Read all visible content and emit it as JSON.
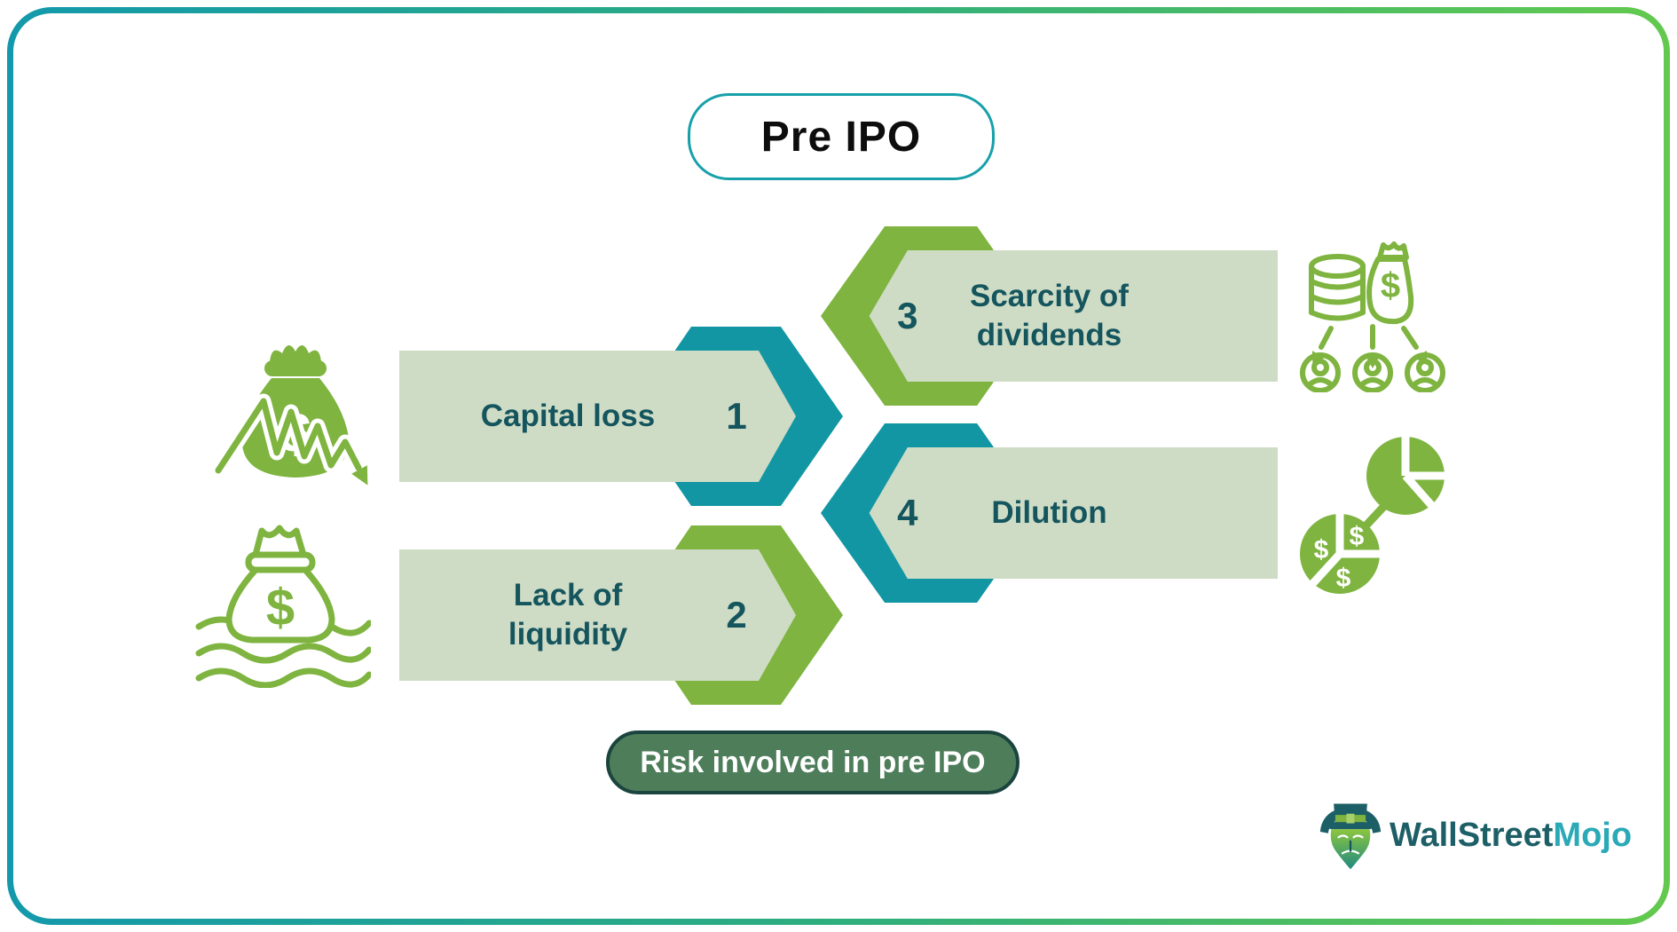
{
  "title": {
    "label": "Pre IPO"
  },
  "banners": [
    {
      "number": "1",
      "label": "Capital loss"
    },
    {
      "number": "2",
      "label": "Lack of liquidity"
    },
    {
      "number": "3",
      "label": "Scarcity of dividends"
    },
    {
      "number": "4",
      "label": "Dilution"
    }
  ],
  "footer": {
    "caption": "Risk involved in pre IPO"
  },
  "brand": {
    "primary": "WallStreet",
    "secondary": "Mojo"
  },
  "glyphs": {
    "dollar": "$"
  },
  "colors": {
    "teal_chevron": "#1396a3",
    "green_chevron": "#7eb43f",
    "sage_fill": "#cfdcc5",
    "text_dark_teal": "#14555e",
    "caption_fill": "#4e7d5a",
    "caption_border": "#1b443e",
    "card_border_start": "#1399ab",
    "card_border_end": "#63c94e",
    "title_border": "#17a0aa",
    "brand_dark": "#1d5f66",
    "brand_cyan": "#2aa9b6"
  }
}
